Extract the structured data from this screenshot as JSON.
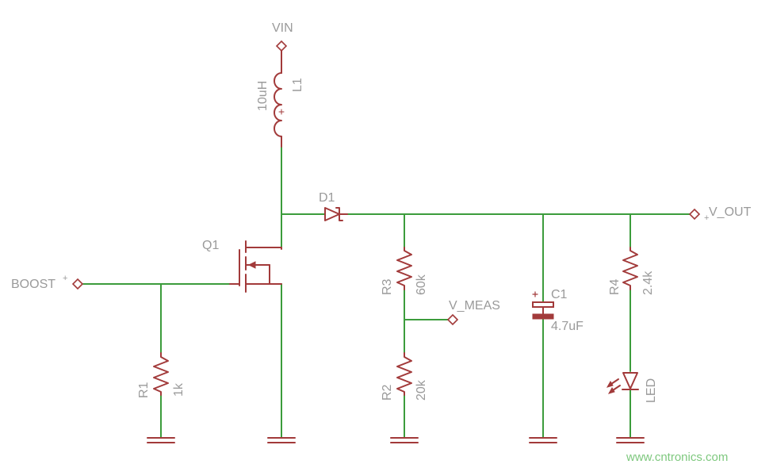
{
  "labels": {
    "vin": "VIN",
    "boost": "BOOST",
    "v_out": "V_OUT",
    "v_meas": "V_MEAS"
  },
  "components": {
    "l1": {
      "name": "L1",
      "value": "10uH"
    },
    "d1": {
      "name": "D1"
    },
    "q1": {
      "name": "Q1"
    },
    "r1": {
      "name": "R1",
      "value": "1k"
    },
    "r2": {
      "name": "R2",
      "value": "20k"
    },
    "r3": {
      "name": "R3",
      "value": "60k"
    },
    "r4": {
      "name": "R4",
      "value": "2.4k"
    },
    "c1": {
      "name": "C1",
      "value": "4.7uF"
    },
    "led": {
      "name": "LED"
    }
  },
  "watermark": "www.cntronics.com",
  "colors": {
    "wire": "#3c9c3c",
    "component": "#a23a3a",
    "label": "#9a9a9a",
    "watermark": "#7ec87e",
    "background": "#ffffff"
  }
}
